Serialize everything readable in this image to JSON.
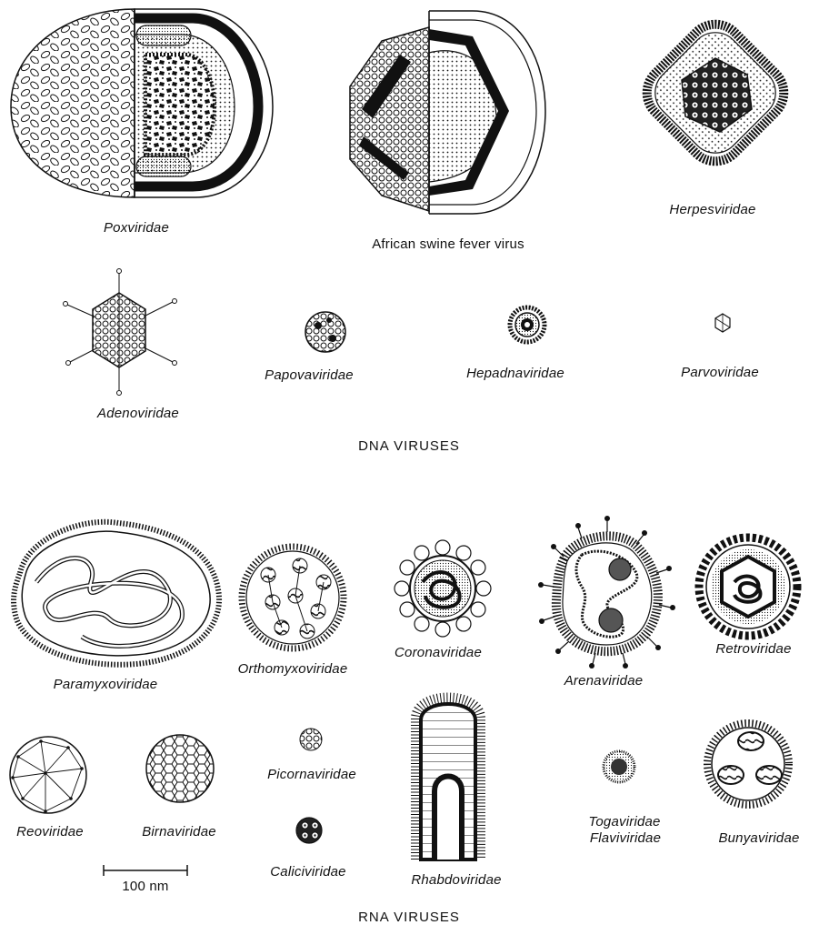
{
  "sections": {
    "dna": "DNA VIRUSES",
    "rna": "RNA VIRUSES"
  },
  "dna_viruses": [
    {
      "id": "poxviridae",
      "label": "Poxviridae"
    },
    {
      "id": "asfv",
      "label": "African swine fever virus"
    },
    {
      "id": "herpesviridae",
      "label": "Herpesviridae"
    },
    {
      "id": "adenoviridae",
      "label": "Adenoviridae"
    },
    {
      "id": "papovaviridae",
      "label": "Papovaviridae"
    },
    {
      "id": "hepadnaviridae",
      "label": "Hepadnaviridae"
    },
    {
      "id": "parvoviridae",
      "label": "Parvoviridae"
    }
  ],
  "rna_viruses": [
    {
      "id": "paramyxoviridae",
      "label": "Paramyxoviridae"
    },
    {
      "id": "orthomyxoviridae",
      "label": "Orthomyxoviridae"
    },
    {
      "id": "coronaviridae",
      "label": "Coronaviridae"
    },
    {
      "id": "arenaviridae",
      "label": "Arenaviridae"
    },
    {
      "id": "retroviridae",
      "label": "Retroviridae"
    },
    {
      "id": "reoviridae",
      "label": "Reoviridae"
    },
    {
      "id": "birnaviridae",
      "label": "Birnaviridae"
    },
    {
      "id": "picornaviridae",
      "label": "Picornaviridae"
    },
    {
      "id": "caliciviridae",
      "label": "Caliciviridae"
    },
    {
      "id": "rhabdoviridae",
      "label": "Rhabdoviridae"
    },
    {
      "id": "togaviridae",
      "label": "Togaviridae"
    },
    {
      "id": "flaviviridae",
      "label": "Flaviviridae"
    },
    {
      "id": "bunyaviridae",
      "label": "Bunyaviridae"
    }
  ],
  "scale_bar": {
    "label": "100 nm"
  }
}
